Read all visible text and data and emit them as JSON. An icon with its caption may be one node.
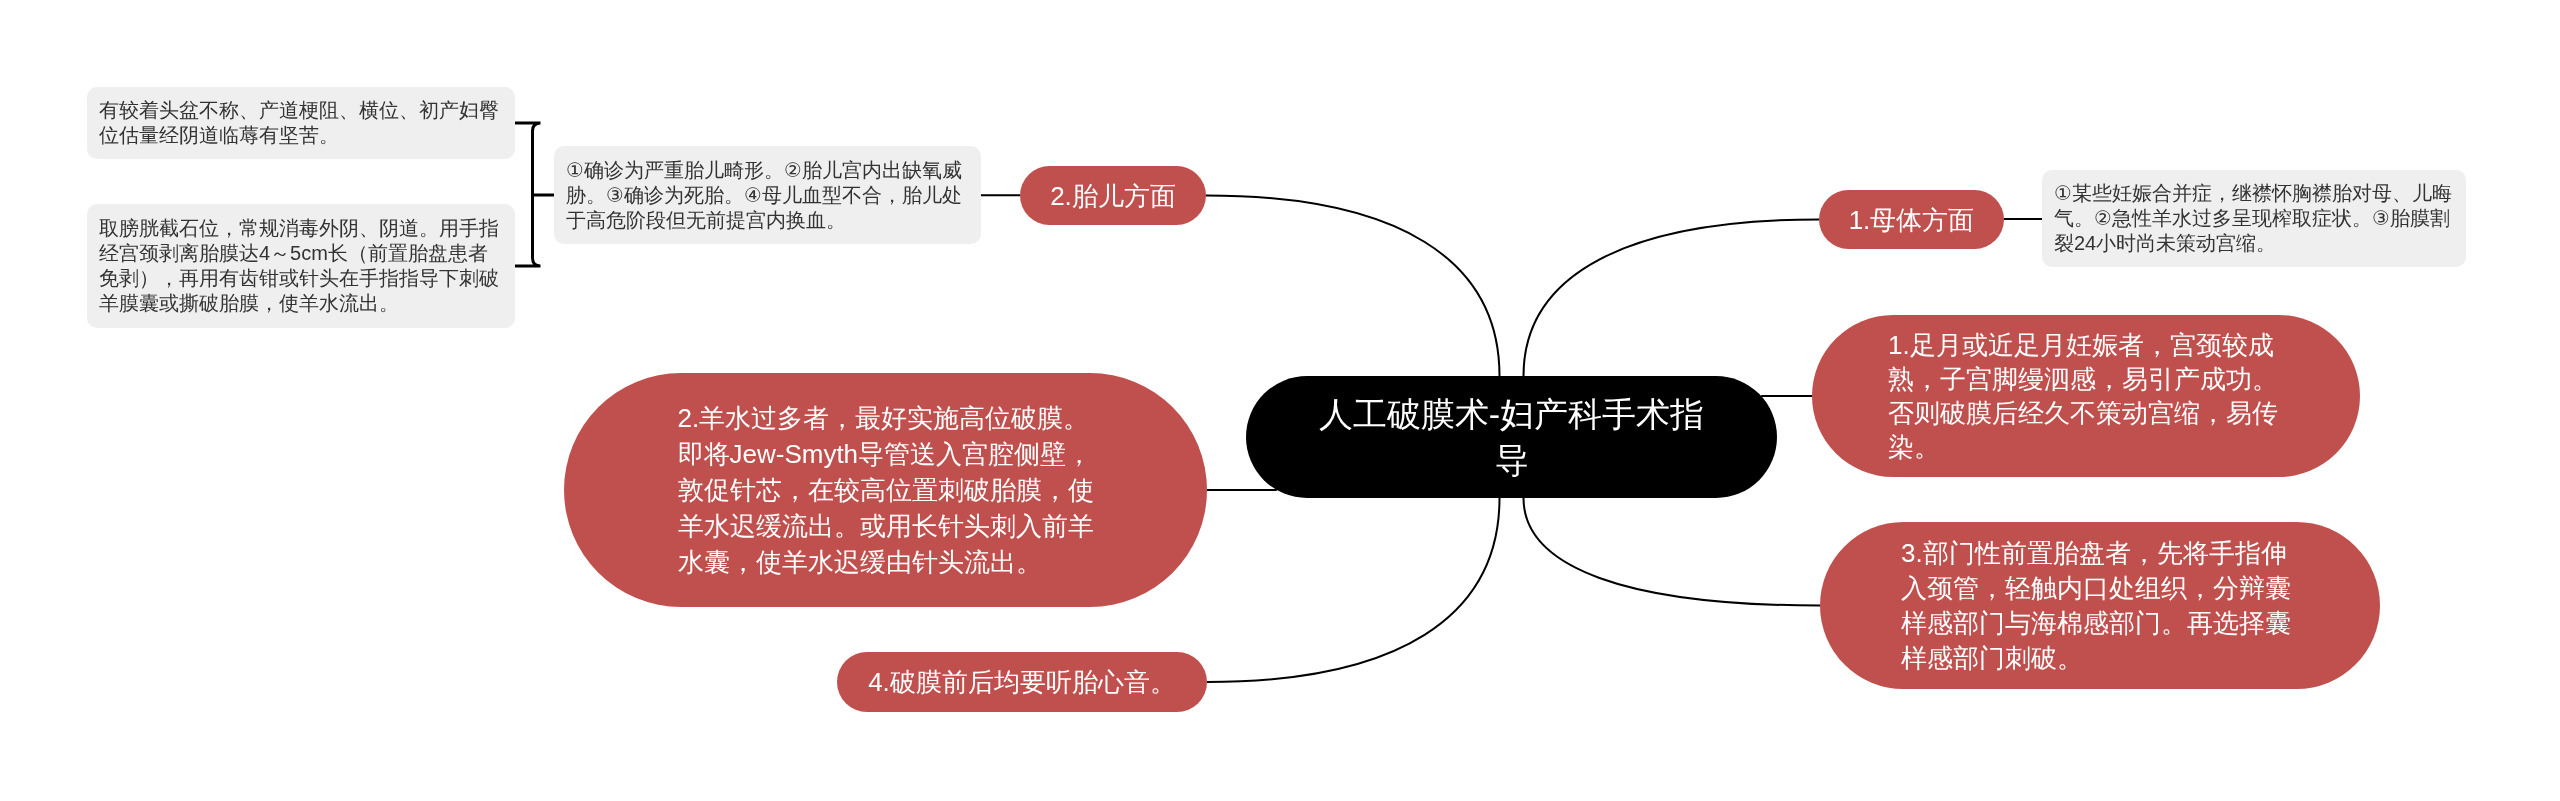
{
  "diagram": {
    "nodes": [
      {
        "text": [
          "人工破膜术-妇产科手术指导"
        ]
      },
      {
        "text": [
          "1.母体方面"
        ]
      },
      {
        "text": [
          "①某些妊娠合并症，继襟怀胸襟胎对母、儿晦气。②急性羊水过多呈现榨取症状。③胎膜割裂24小时尚未策动宫缩。"
        ]
      },
      {
        "text": [
          "1.足月或近足月妊娠者，宫颈较成熟，子宫脚缦泗感，易引产成功。否则破膜后经久不策动宫缩，易传染。"
        ]
      },
      {
        "text": [
          "3.部门性前置胎盘者，先将手指伸入颈管，轻触内口处组织，分辩囊样感部门与海棉感部门。再选择囊样感部门刺破。"
        ]
      },
      {
        "text": [
          "2.胎儿方面"
        ]
      },
      {
        "text": [
          "①确诊为严重胎儿畸形。②胎儿宫内出缺氧威胁。③确诊为死胎。④母儿血型不合，胎儿处于高危阶段但无前提宫内换血。"
        ]
      },
      {
        "text": [
          "有较着头盆不称、产道梗阻、横位、初产妇臀位估量经阴道临蓐有坚苦。"
        ]
      },
      {
        "text": [
          "取膀胱截石位，常规消毒外阴、阴道。用手指经宫颈剥离胎膜达4～5cm长（前置胎盘患者免剥），再用有齿钳或针头在手指指导下刺破羊膜囊或撕破胎膜，使羊水流出。"
        ]
      },
      {
        "text": [
          "2.羊水过多者，最好实施高位破膜。即将Jew-Smyth导管送入宫腔侧壁，敦促针芯，在较高位置刺破胎膜，使羊水迟缓流出。或用长针头刺入前羊水囊，使羊水迟缓由针头流出。"
        ]
      },
      {
        "text": [
          "4.破膜前后均要听胎心音。"
        ]
      }
    ],
    "edges": [
      {
        "from": 0,
        "to": 1,
        "arrow": "none"
      },
      {
        "from": 1,
        "to": 2,
        "arrow": "none"
      },
      {
        "from": 0,
        "to": 3,
        "arrow": "none"
      },
      {
        "from": 0,
        "to": 4,
        "arrow": "none"
      },
      {
        "from": 0,
        "to": 5,
        "arrow": "none"
      },
      {
        "from": 5,
        "to": 6,
        "arrow": "none"
      },
      {
        "from": 6,
        "to": 7,
        "arrow": "none"
      },
      {
        "from": 6,
        "to": 8,
        "arrow": "none"
      },
      {
        "from": 0,
        "to": 9,
        "arrow": "none"
      },
      {
        "from": 0,
        "to": 10,
        "arrow": "none"
      }
    ]
  }
}
